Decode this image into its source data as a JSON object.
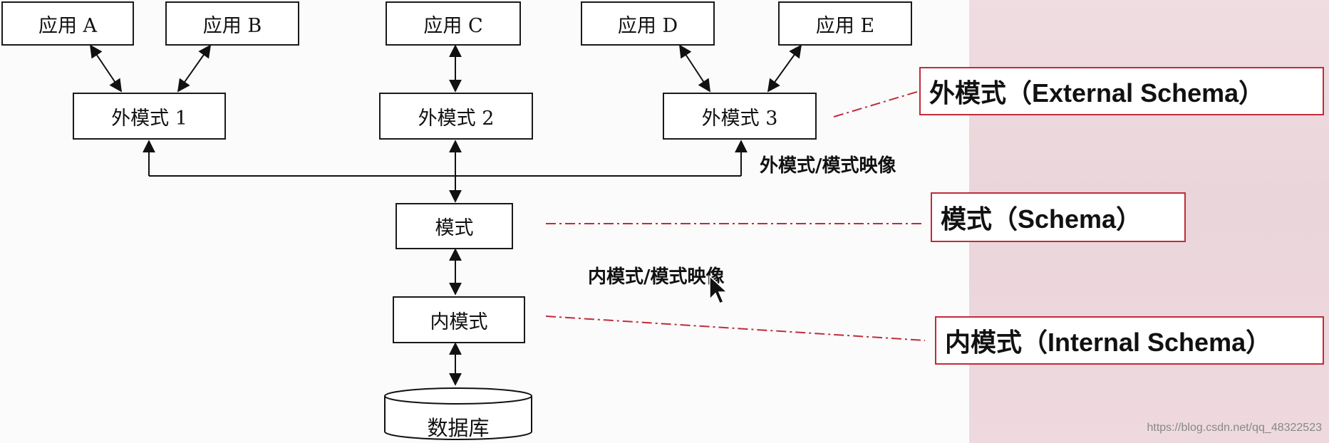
{
  "diagram": {
    "apps": [
      "应用 A",
      "应用 B",
      "应用 C",
      "应用 D",
      "应用 E"
    ],
    "external_schemas": [
      "外模式 1",
      "外模式 2",
      "外模式 3"
    ],
    "schema": "模式",
    "internal_schema": "内模式",
    "database": "数据库",
    "mapping_external": "外模式/模式映像",
    "mapping_internal": "内模式/模式映像"
  },
  "callouts": {
    "external": "外模式（External Schema）",
    "schema": "模式（Schema）",
    "internal": "内模式（Internal Schema）"
  },
  "watermark": "https://blog.csdn.net/qq_48322523",
  "colors": {
    "callout_border": "#c22b3a",
    "leader_line": "#c22b3a",
    "box_border": "#1a1a1a"
  }
}
